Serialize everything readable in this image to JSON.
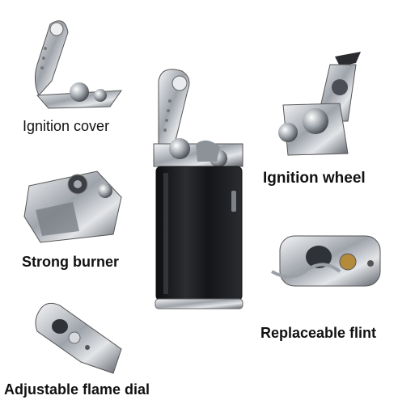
{
  "labels": {
    "ignition_cover": "Ignition cover",
    "ignition_wheel": "Ignition wheel",
    "strong_burner": "Strong burner",
    "replaceable_flint": "Replaceable flint",
    "adjustable_flame_dial": "Adjustable flame dial"
  },
  "colors": {
    "background": "#ffffff",
    "chrome": "#c9ccd0",
    "chrome_dark": "#6b6f75",
    "body_black": "#1a1b1e",
    "text": "#111111"
  }
}
